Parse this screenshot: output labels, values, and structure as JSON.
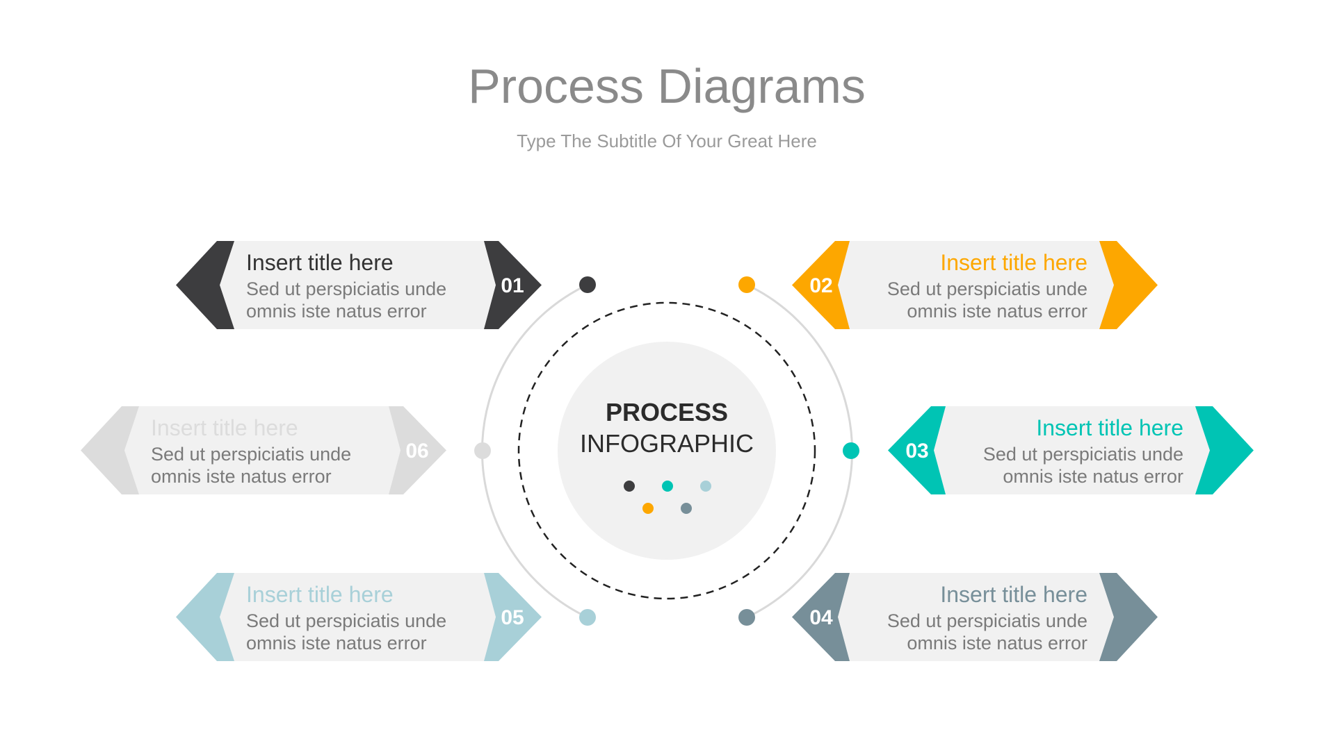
{
  "header": {
    "title": "Process Diagrams",
    "subtitle": "Type The Subtitle Of Your Great Here"
  },
  "center": {
    "line1": "PROCESS",
    "line2": "INFOGRAPHIC"
  },
  "colors": {
    "body_fill": "#F1F1F1",
    "ring": "#D9D9D9",
    "dashed": "#222222"
  },
  "steps": [
    {
      "number": "01",
      "title": "Insert title here",
      "line1": "Sed ut perspiciatis unde",
      "line2": "omnis iste natus error",
      "color": "#3D3D3F",
      "title_color": "#333333"
    },
    {
      "number": "02",
      "title": "Insert title here",
      "line1": "Sed ut perspiciatis unde",
      "line2": "omnis iste natus error",
      "color": "#FDA700",
      "title_color": "#FDA700"
    },
    {
      "number": "03",
      "title": "Insert title here",
      "line1": "Sed ut perspiciatis unde",
      "line2": "omnis iste natus error",
      "color": "#00C4B4",
      "title_color": "#00C4B4"
    },
    {
      "number": "04",
      "title": "Insert title here",
      "line1": "Sed ut perspiciatis unde",
      "line2": "omnis iste natus error",
      "color": "#778F99",
      "title_color": "#778F99"
    },
    {
      "number": "05",
      "title": "Insert title here",
      "line1": "Sed ut perspiciatis unde",
      "line2": "omnis iste natus error",
      "color": "#A8D0D8",
      "title_color": "#A8D0D8"
    },
    {
      "number": "06",
      "title": "Insert title here",
      "line1": "Sed ut perspiciatis unde",
      "line2": "omnis iste natus error",
      "color": "#DCDCDC",
      "title_color": "#DCDCDC"
    }
  ]
}
